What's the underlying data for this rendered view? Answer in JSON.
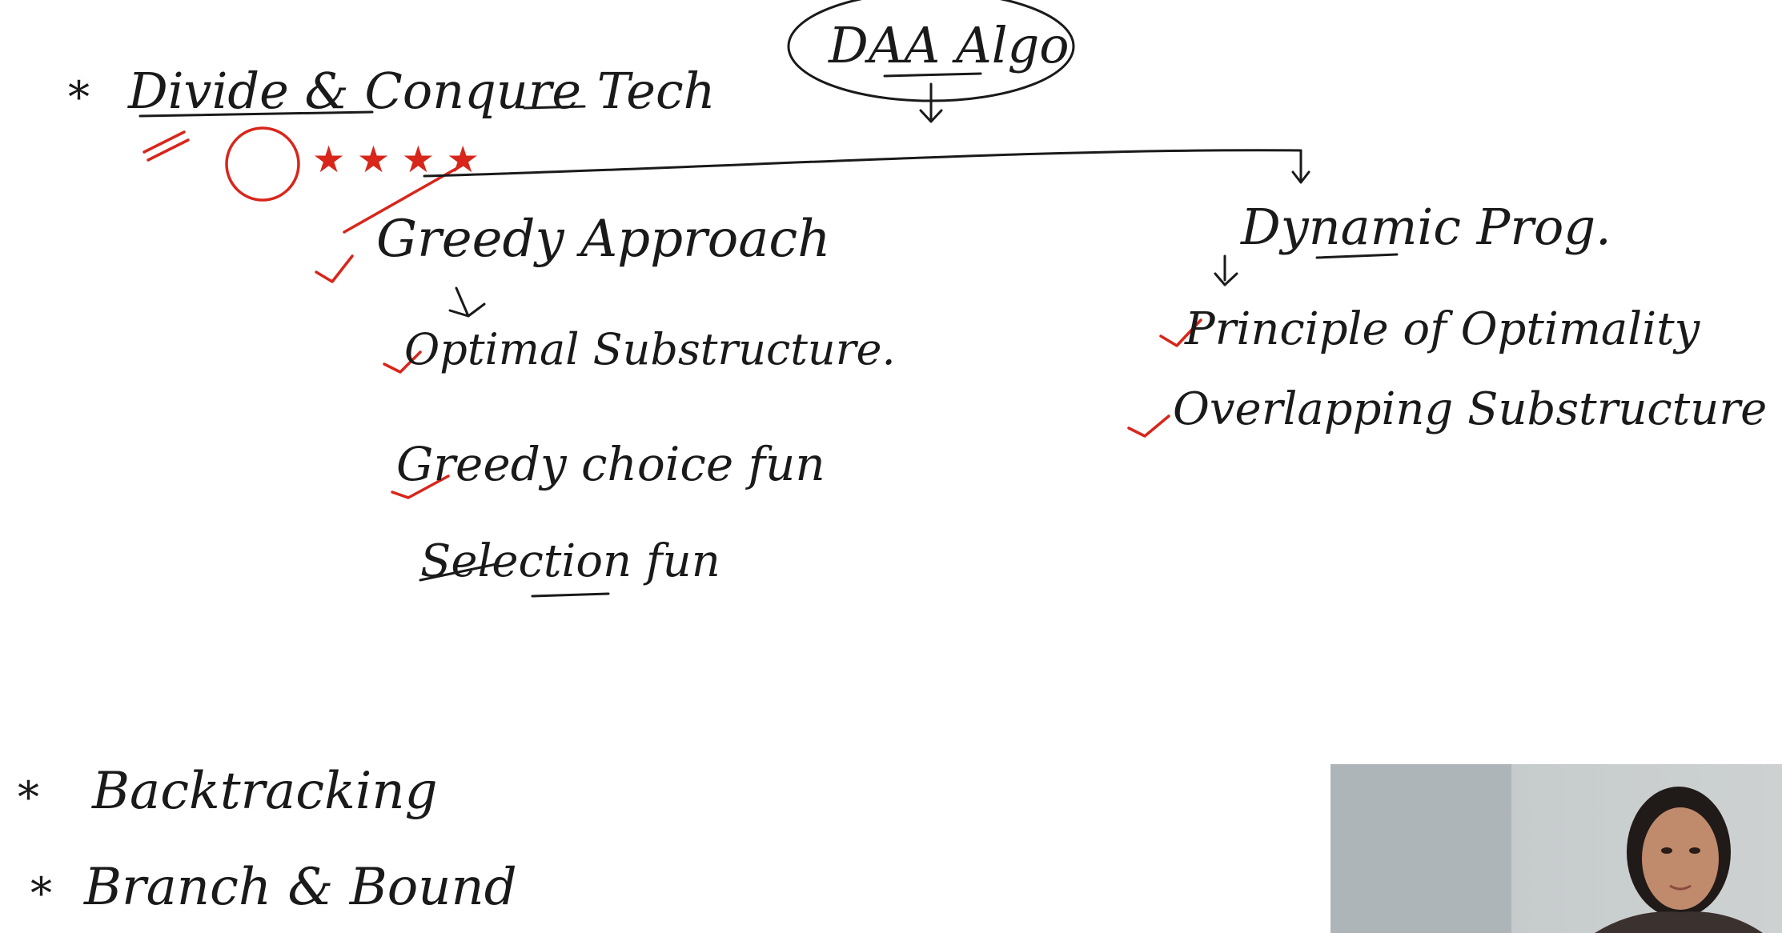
{
  "board": {
    "title": "DAA Algo",
    "divide_conquer": "Divide & Conqure Tech",
    "bullet": "*",
    "stars": "★ ★ ★ ★",
    "greedy": {
      "heading": "Greedy Approach",
      "items": [
        "Optimal Substructure.",
        "Greedy choice fun",
        "Selection fun"
      ]
    },
    "dp": {
      "heading": "Dynamic Prog.",
      "items": [
        "Principle of Optimality",
        "Overlapping Substructure"
      ]
    },
    "others": [
      "Backtracking",
      "Branch & Bound"
    ]
  },
  "colors": {
    "ink": "#1a1a1a",
    "check": "#d8261b",
    "background": "#ffffff"
  }
}
